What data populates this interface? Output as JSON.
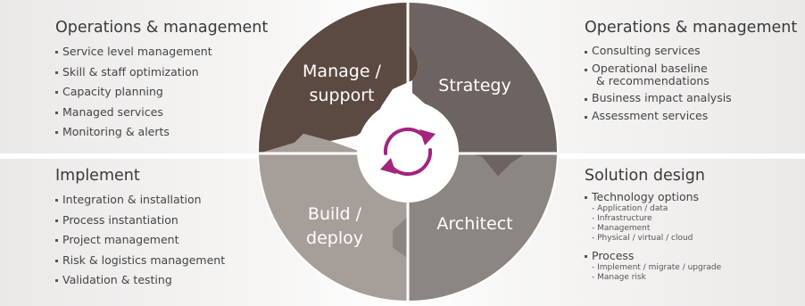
{
  "panels": {
    "top_left": {
      "title": "Operations & management",
      "items": [
        "Service level management",
        "Skill & staff optimization",
        "Capacity planning",
        "Managed services",
        "Monitoring & alerts"
      ]
    },
    "top_right": {
      "title": "Operations & management",
      "items": [
        "Consulting services",
        "Operational baseline",
        "& recommendations",
        "Business impact analysis",
        "Assessment services"
      ]
    },
    "bottom_left": {
      "title": "Implement",
      "items": [
        "Integration & installation",
        "Process instantiation",
        "Project management",
        "Risk & logistics management",
        "Validation & testing"
      ]
    },
    "bottom_right": {
      "title": "Solution design",
      "groups": [
        {
          "label": "Technology options",
          "subs": [
            "- Application / data",
            "- Infrastructure",
            "- Management",
            "- Physical / virtual / cloud"
          ]
        },
        {
          "label": "Process",
          "subs": [
            "- Implement / migrate / upgrade",
            "- Manage risk"
          ]
        }
      ]
    }
  },
  "wheel": {
    "segments": {
      "manage_support": [
        "Manage /",
        "support"
      ],
      "strategy": "Strategy",
      "build_deploy": [
        "Build /",
        "deploy"
      ],
      "architect": "Architect"
    },
    "center_icon": "cycle-arrows-icon",
    "colors": {
      "manage_support": "#5b4a42",
      "strategy": "#6d6461",
      "build_deploy": "#a69e99",
      "architect": "#8c8682",
      "center_icon": "#a3237f"
    }
  }
}
